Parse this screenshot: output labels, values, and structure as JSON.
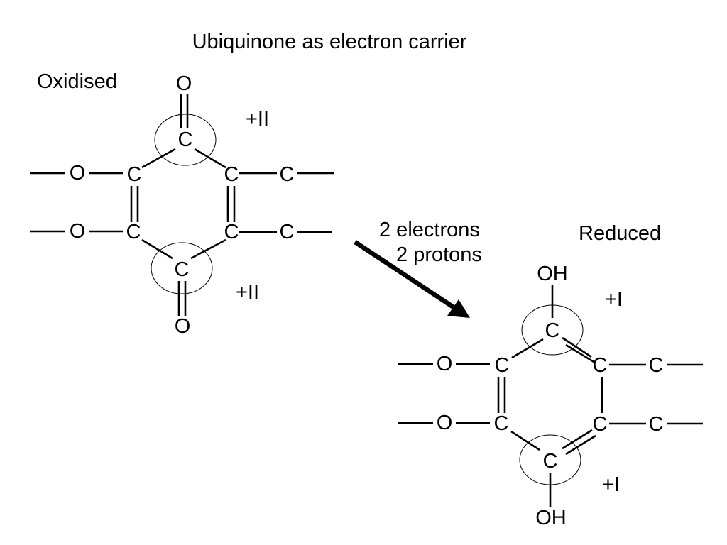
{
  "title": "Ubiquinone as electron carrier",
  "oxidised": {
    "label": "Oxidised",
    "charge_top": "+II",
    "charge_bottom": "+II",
    "atoms": {
      "o_top": "O",
      "c_top": "C",
      "o_left1": "O",
      "c_left1": "C",
      "c_right1": "C",
      "c_side1": "C",
      "o_left2": "O",
      "c_left2": "C",
      "c_right2": "C",
      "c_side2": "C",
      "c_bottom": "C",
      "o_bottom": "O"
    }
  },
  "reaction": {
    "line1": "2 electrons",
    "line2": "2 protons"
  },
  "reduced": {
    "label": "Reduced",
    "charge_top": "+I",
    "charge_bottom": "+I",
    "atoms": {
      "oh_top": "OH",
      "c_top": "C",
      "o_left1": "O",
      "c_left1": "C",
      "c_right1": "C",
      "c_side1": "C",
      "o_left2": "O",
      "c_left2": "C",
      "c_right2": "C",
      "c_side2": "C",
      "c_bottom": "C",
      "oh_bottom": "OH"
    }
  }
}
